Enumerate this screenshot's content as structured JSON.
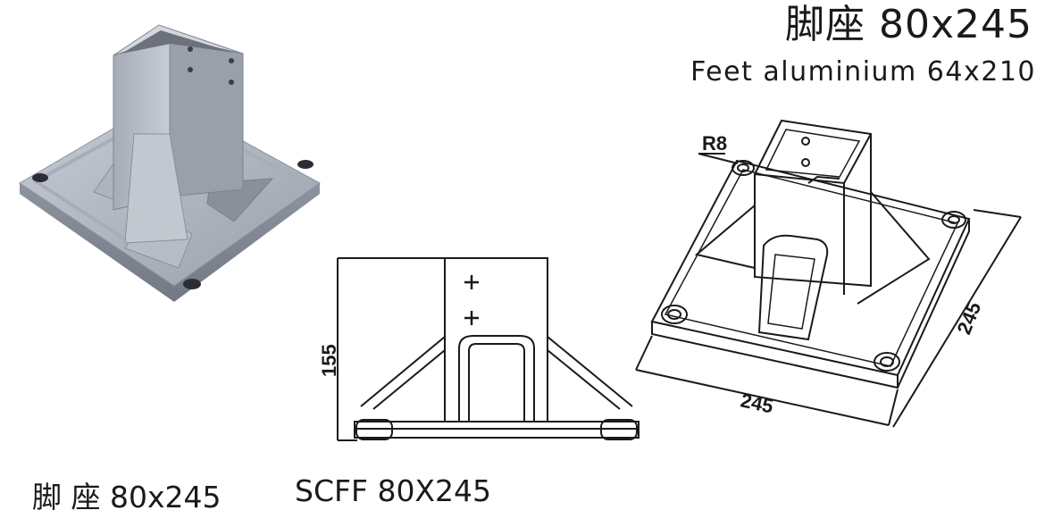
{
  "header": {
    "title_cn": "脚座 80x245",
    "title_en": "Feet aluminium 64x210"
  },
  "captions": {
    "name_cn": "脚 座 80x245",
    "code": "SCFF 80X245"
  },
  "drawing": {
    "front_height_label": "155",
    "iso_radius_label": "R8",
    "iso_width_label": "245",
    "iso_depth_label": "245"
  },
  "colors": {
    "background": "#ffffff",
    "text": "#1a1a1a",
    "metal_light": "#b9bec8",
    "metal_mid": "#9aa0ab",
    "metal_dark": "#7c828d",
    "line": "#1a1a1a"
  }
}
